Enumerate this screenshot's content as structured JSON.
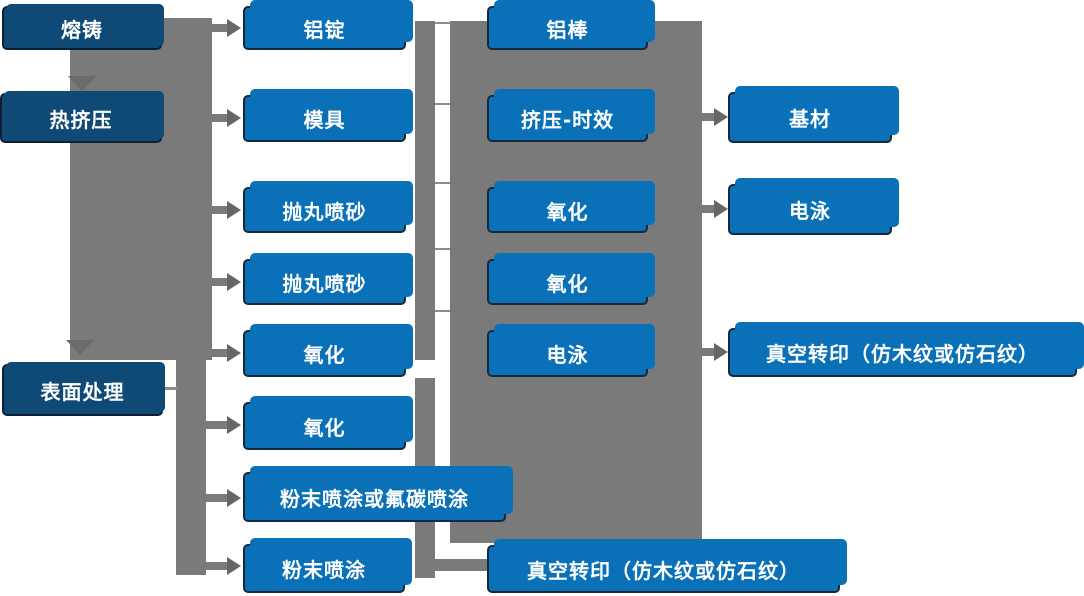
{
  "diagram_title": "",
  "columns": [
    {
      "id": "process-stages",
      "items": [
        {
          "label": "熔铸"
        },
        {
          "label": "热挤压"
        },
        {
          "label": "表面处理"
        }
      ]
    },
    {
      "id": "steps-left",
      "items": [
        {
          "label": "铝锭"
        },
        {
          "label": "模具"
        },
        {
          "label": "抛丸喷砂"
        },
        {
          "label": "抛丸喷砂"
        },
        {
          "label": "氧化"
        },
        {
          "label": "氧化"
        },
        {
          "label": "粉末喷涂或氟碳喷涂"
        },
        {
          "label": "粉末喷涂"
        }
      ]
    },
    {
      "id": "steps-right",
      "items": [
        {
          "label": "铝棒"
        },
        {
          "label": "挤压-时效"
        },
        {
          "label": "氧化"
        },
        {
          "label": "氧化"
        },
        {
          "label": "电泳"
        },
        {
          "label": "真空转印（仿木纹或仿石纹）"
        }
      ]
    },
    {
      "id": "outputs",
      "items": [
        {
          "label": "基材"
        },
        {
          "label": "电泳"
        },
        {
          "label": "真空转印（仿木纹或仿石纹）"
        }
      ]
    }
  ],
  "colors": {
    "stage_box_fill": "#0e4a75",
    "step_box_fill": "#0a71b8",
    "box_border": "#16293c",
    "connector_gray": "#7a7a7a",
    "arrowhead_gray": "#676767",
    "text": "#ffffff",
    "background": "#ffffff"
  }
}
